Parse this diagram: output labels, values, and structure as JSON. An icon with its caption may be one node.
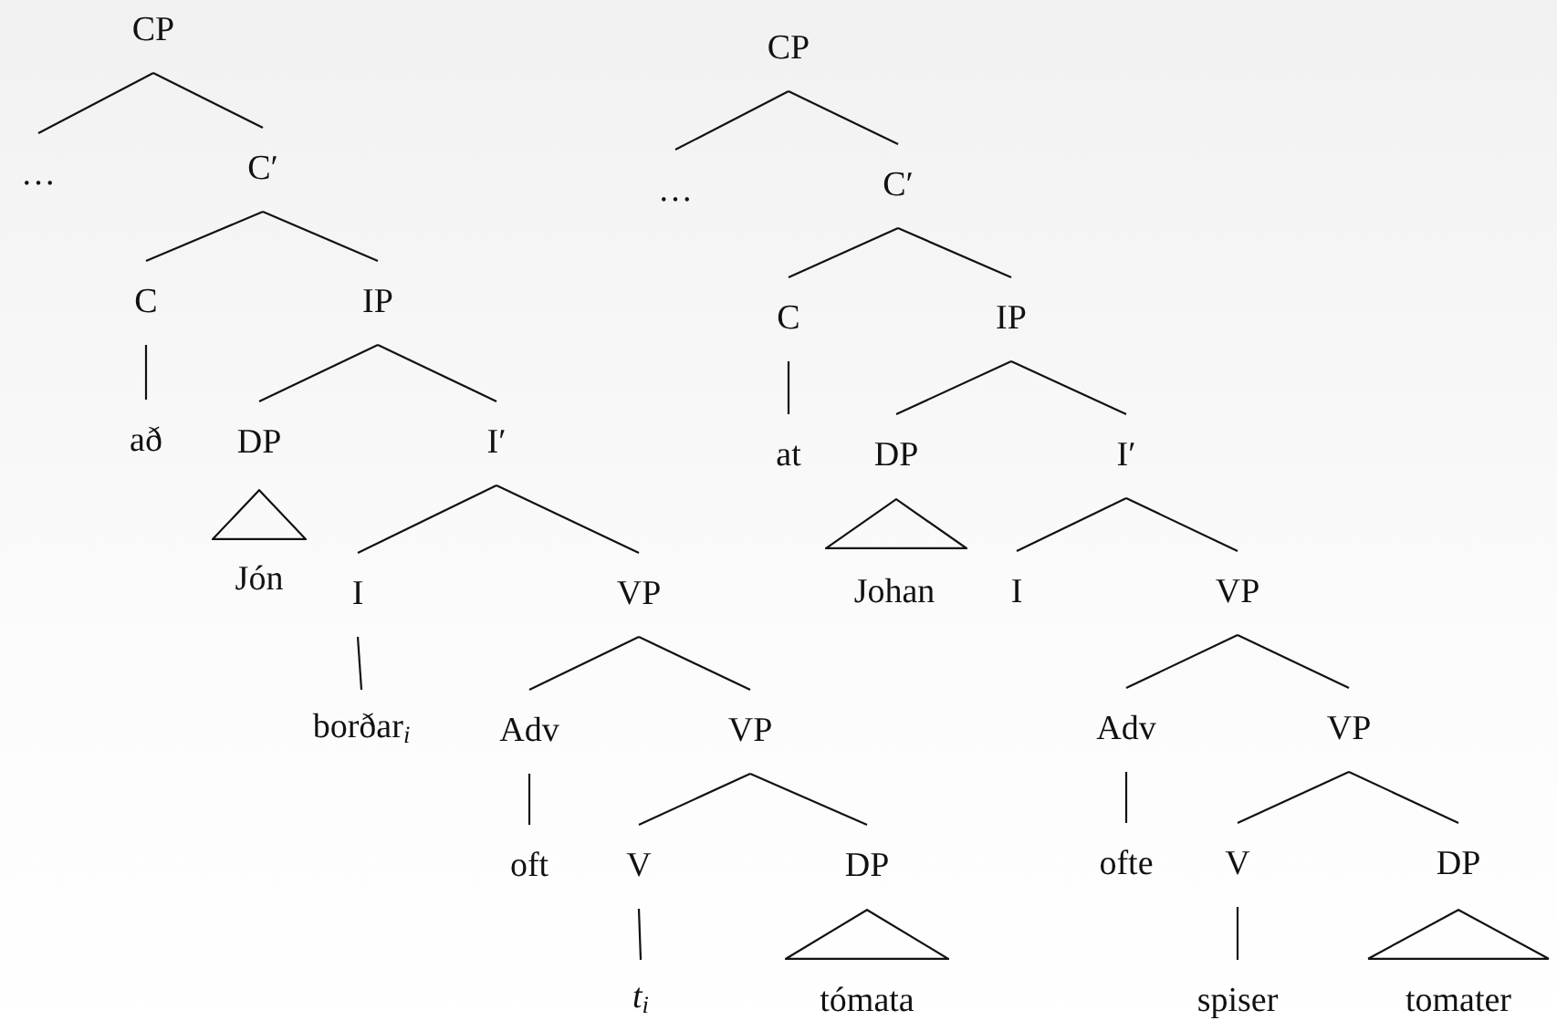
{
  "diagram": {
    "nodes": [
      {
        "text": [
          "CP"
        ]
      },
      {
        "text": [
          "…"
        ]
      },
      {
        "text": [
          "C′"
        ]
      },
      {
        "text": [
          "C"
        ]
      },
      {
        "text": [
          "IP"
        ]
      },
      {
        "text": [
          "að"
        ]
      },
      {
        "text": [
          "DP"
        ]
      },
      {
        "text": [
          "I′"
        ]
      },
      {
        "text": [
          "Jón"
        ]
      },
      {
        "text": [
          "I"
        ]
      },
      {
        "text": [
          "VP"
        ]
      },
      {
        "text": [
          "borðar$_{i}$"
        ]
      },
      {
        "text": [
          "Adv"
        ]
      },
      {
        "text": [
          "VP"
        ]
      },
      {
        "text": [
          "oft"
        ]
      },
      {
        "text": [
          "V"
        ]
      },
      {
        "text": [
          "DP"
        ]
      },
      {
        "text": [
          "*t*$_{i}$"
        ]
      },
      {
        "text": [
          "tómata"
        ]
      },
      {
        "text": [
          "CP"
        ]
      },
      {
        "text": [
          "…"
        ]
      },
      {
        "text": [
          "C′"
        ]
      },
      {
        "text": [
          "C"
        ]
      },
      {
        "text": [
          "IP"
        ]
      },
      {
        "text": [
          "at"
        ]
      },
      {
        "text": [
          "DP"
        ]
      },
      {
        "text": [
          "I′"
        ]
      },
      {
        "text": [
          "Johan"
        ]
      },
      {
        "text": [
          "I"
        ]
      },
      {
        "text": [
          "VP"
        ]
      },
      {
        "text": [
          "Adv"
        ]
      },
      {
        "text": [
          "VP"
        ]
      },
      {
        "text": [
          "ofte"
        ]
      },
      {
        "text": [
          "V"
        ]
      },
      {
        "text": [
          "DP"
        ]
      },
      {
        "text": [
          "spiser"
        ]
      },
      {
        "text": [
          "tomater"
        ]
      },
      {
        "text": [],
        "shape": "triangle"
      },
      {
        "text": [],
        "shape": "triangle"
      },
      {
        "text": [],
        "shape": "triangle"
      },
      {
        "text": [],
        "shape": "triangle"
      }
    ],
    "edges": [
      {
        "from": 0,
        "to": 1,
        "arrow": "none"
      },
      {
        "from": 0,
        "to": 2,
        "arrow": "none"
      },
      {
        "from": 2,
        "to": 3,
        "arrow": "none"
      },
      {
        "from": 2,
        "to": 4,
        "arrow": "none"
      },
      {
        "from": 3,
        "to": 5,
        "arrow": "none"
      },
      {
        "from": 4,
        "to": 6,
        "arrow": "none"
      },
      {
        "from": 4,
        "to": 7,
        "arrow": "none"
      },
      {
        "from": 7,
        "to": 9,
        "arrow": "none"
      },
      {
        "from": 7,
        "to": 10,
        "arrow": "none"
      },
      {
        "from": 9,
        "to": 11,
        "arrow": "none"
      },
      {
        "from": 10,
        "to": 12,
        "arrow": "none"
      },
      {
        "from": 10,
        "to": 13,
        "arrow": "none"
      },
      {
        "from": 12,
        "to": 14,
        "arrow": "none"
      },
      {
        "from": 13,
        "to": 15,
        "arrow": "none"
      },
      {
        "from": 13,
        "to": 16,
        "arrow": "none"
      },
      {
        "from": 15,
        "to": 17,
        "arrow": "none"
      },
      {
        "from": 19,
        "to": 20,
        "arrow": "none"
      },
      {
        "from": 19,
        "to": 21,
        "arrow": "none"
      },
      {
        "from": 21,
        "to": 22,
        "arrow": "none"
      },
      {
        "from": 21,
        "to": 23,
        "arrow": "none"
      },
      {
        "from": 22,
        "to": 24,
        "arrow": "none"
      },
      {
        "from": 23,
        "to": 25,
        "arrow": "none"
      },
      {
        "from": 23,
        "to": 26,
        "arrow": "none"
      },
      {
        "from": 26,
        "to": 28,
        "arrow": "none"
      },
      {
        "from": 26,
        "to": 29,
        "arrow": "none"
      },
      {
        "from": 29,
        "to": 30,
        "arrow": "none"
      },
      {
        "from": 29,
        "to": 31,
        "arrow": "none"
      },
      {
        "from": 30,
        "to": 32,
        "arrow": "none"
      },
      {
        "from": 31,
        "to": 33,
        "arrow": "none"
      },
      {
        "from": 31,
        "to": 34,
        "arrow": "none"
      },
      {
        "from": 33,
        "to": 35,
        "arrow": "none"
      }
    ]
  }
}
